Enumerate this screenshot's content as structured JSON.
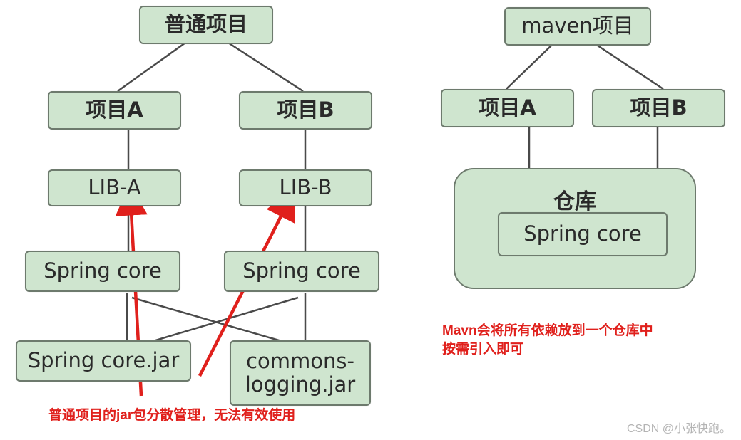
{
  "left": {
    "root": "普通项目",
    "project_a": "项目A",
    "project_b": "项目B",
    "lib_a": "LIB-A",
    "lib_b": "LIB-B",
    "spring_core_a": "Spring core",
    "spring_core_b": "Spring core",
    "spring_jar": "Spring core.jar",
    "commons_line1": "commons-",
    "commons_line2": "logging.jar",
    "note": "普通项目的jar包分散管理，无法有效使用"
  },
  "right": {
    "root": "maven项目",
    "project_a": "项目A",
    "project_b": "项目B",
    "repo_title": "仓库",
    "spring_core": "Spring core",
    "note_line1": "Mavn会将所有依赖放到一个仓库中",
    "note_line2": "按需引入即可"
  },
  "watermark": "CSDN @小张快跑。",
  "colors": {
    "node_fill": "#cfe5cf",
    "node_border": "#6d7a6d",
    "connector": "#4a4a4a",
    "annotation": "#e0201c"
  }
}
